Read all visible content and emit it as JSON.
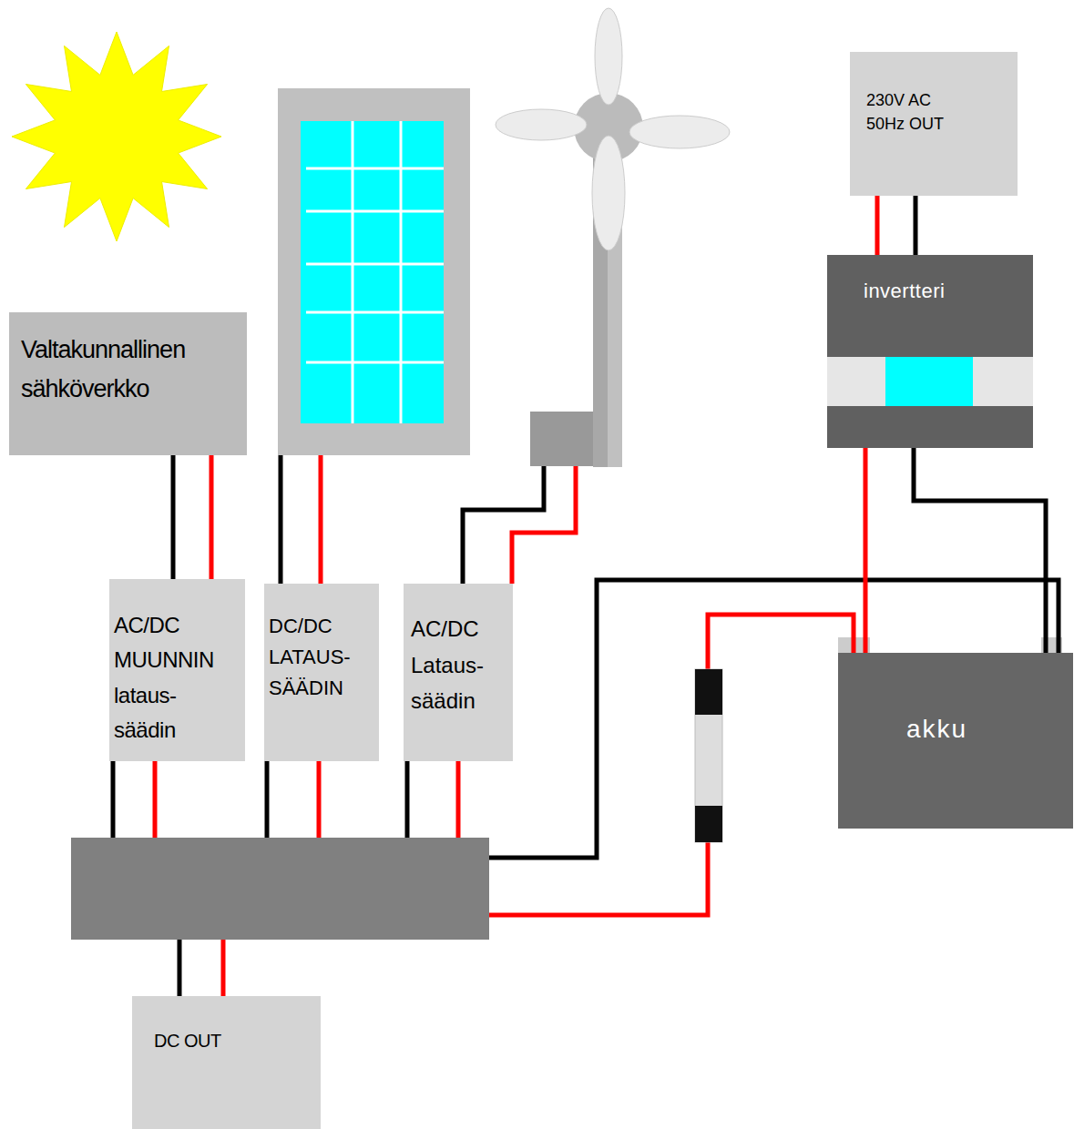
{
  "diagram": {
    "nodes": [
      {
        "text": [
          "230V AC 50Hz OUT"
        ]
      },
      {
        "text": [
          "invertteri"
        ]
      },
      {
        "text": [
          "Valtakunnallinen sähköverkko"
        ]
      },
      {
        "text": [
          "AC/DC MUUNNIN lataus- säädin"
        ]
      },
      {
        "text": [
          "DC/DC LATAUS- SÄÄDIN"
        ]
      },
      {
        "text": [
          "AC/DC Lataus- säädin"
        ]
      },
      {
        "text": [
          "akku"
        ]
      },
      {
        "text": [
          "DC OUT"
        ]
      }
    ],
    "edges": [
      {
        "from": 2,
        "to": 3,
        "arrow": "none"
      },
      {
        "from": 2,
        "to": 3,
        "arrow": "none"
      },
      {
        "from": 1,
        "to": 0,
        "arrow": "none"
      },
      {
        "from": 1,
        "to": 0,
        "arrow": "none"
      },
      {
        "from": 6,
        "to": 1,
        "arrow": "none"
      },
      {
        "from": 6,
        "to": 1,
        "arrow": "none"
      }
    ]
  }
}
